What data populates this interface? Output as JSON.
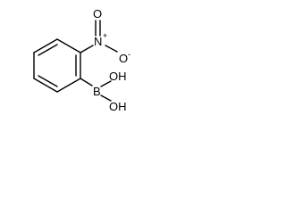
{
  "structure": {
    "atoms": {
      "nitrogen": "N",
      "nitrogen_charge": "+",
      "oxygen_top": "O",
      "oxygen_right": "O",
      "oxygen_right_charge": "-",
      "boron": "B",
      "hydroxyl_upper": "OH",
      "hydroxyl_lower": "OH"
    }
  }
}
